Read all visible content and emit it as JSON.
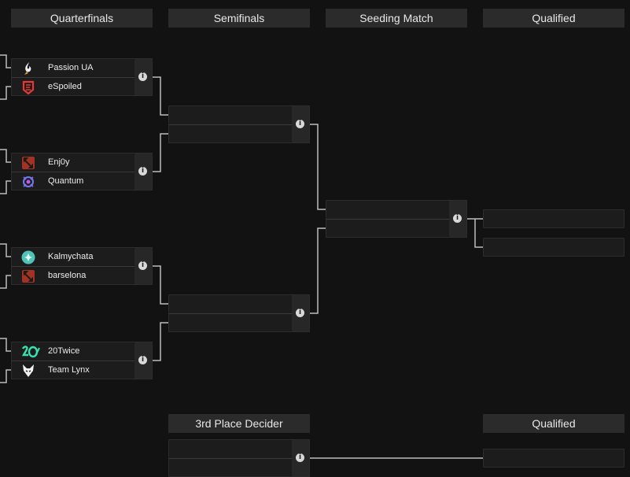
{
  "headers": {
    "quarterfinals": "Quarterfinals",
    "semifinals": "Semifinals",
    "seeding_match": "Seeding Match",
    "qualified_top": "Qualified",
    "third_place": "3rd Place Decider",
    "qualified_bottom": "Qualified"
  },
  "quarterfinals": [
    {
      "team1": "Passion UA",
      "team1_icon": "passion-ua-logo",
      "team2": "eSpoiled",
      "team2_icon": "espoiled-logo"
    },
    {
      "team1": "Enj0y",
      "team1_icon": "dota2-logo",
      "team2": "Quantum",
      "team2_icon": "quantum-logo"
    },
    {
      "team1": "Kalmychata",
      "team1_icon": "kalmychata-logo",
      "team2": "barselona",
      "team2_icon": "dota2-logo"
    },
    {
      "team1": "20Twice",
      "team1_icon": "20twice-logo",
      "team2": "Team Lynx",
      "team2_icon": "team-lynx-logo"
    }
  ],
  "info_glyph": "i",
  "colors": {
    "background": "#121212",
    "header_bg": "#2b2b2b",
    "match_bg": "#1c1c1c",
    "connector": "#bfbfbf"
  }
}
